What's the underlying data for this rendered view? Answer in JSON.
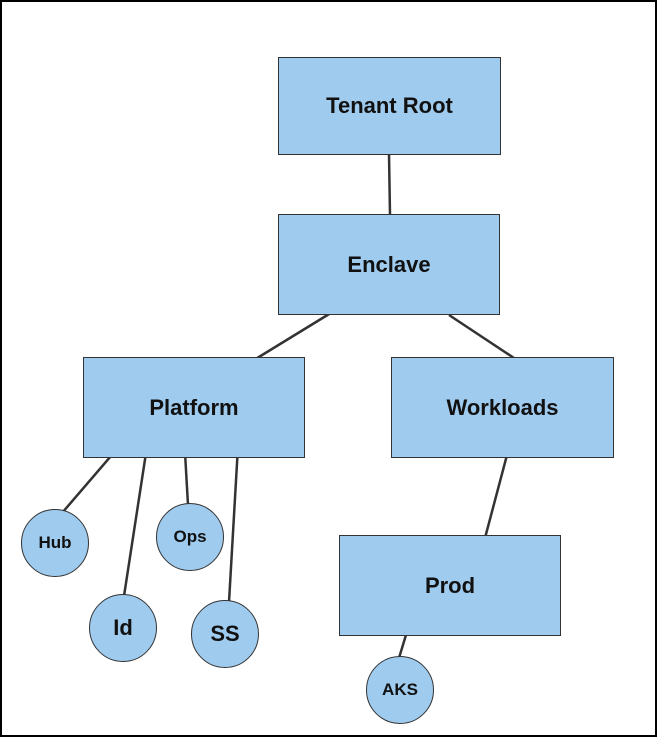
{
  "colors": {
    "node_fill": "#9fcbef",
    "node_stroke": "#333333",
    "frame": "#000000"
  },
  "nodes": {
    "tenant_root": "Tenant Root",
    "enclave": "Enclave",
    "platform": "Platform",
    "workloads": "Workloads",
    "prod": "Prod",
    "hub": "Hub",
    "ops": "Ops",
    "id": "Id",
    "ss": "SS",
    "aks": "AKS"
  }
}
